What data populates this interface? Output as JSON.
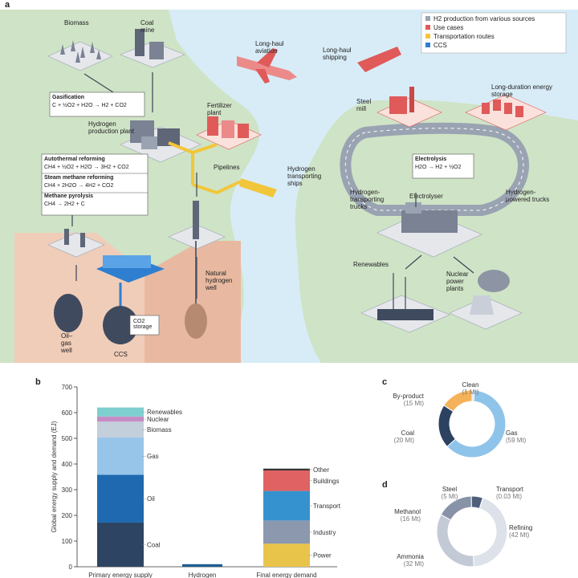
{
  "panel_a": {
    "letter": "a",
    "legend": [
      {
        "label": "H2 production from various sources",
        "color": "#9aa3b2"
      },
      {
        "label": "Use cases",
        "color": "#e05a5a"
      },
      {
        "label": "Transportation routes",
        "color": "#f2c63a"
      },
      {
        "label": "CCS",
        "color": "#2f7fd0"
      }
    ],
    "labels": {
      "biomass": "Biomass",
      "coal_mine": "Coal mine",
      "long_haul_aviation": "Long-haul aviation",
      "long_haul_shipping": "Long-haul shipping",
      "hydrogen_plant": "Hydrogen production plant",
      "fertilizer_plant": "Fertilizer plant",
      "pipelines": "Pipelines",
      "hydrogen_ships": "Hydrogen transporting ships",
      "steel_mill": "Steel mill",
      "long_duration_storage": "Long-duration energy storage",
      "electrolyser": "Electrolyser",
      "h2_transport_trucks": "Hydrogen-transporting trucks",
      "h2_powered_trucks": "Hydrogen-powered trucks",
      "renewables": "Renewables",
      "nuclear_plants": "Nuclear power plants",
      "natural_hydrogen_well": "Natural hydrogen well",
      "oil_gas_well": "Oil–gas well",
      "ccs": "CCS",
      "co2_storage": "CO2 storage"
    },
    "reactions": {
      "gasification_title": "Gasification",
      "gasification_eq": "C + ½O2 + H2O → H2 + CO2",
      "autothermal_title": "Autothermal reforming",
      "autothermal_eq": "CH4 + ½O2 + H2O → 3H2 + CO2",
      "smr_title": "Steam methane reforming",
      "smr_eq": "CH4 + 2H2O → 4H2 + CO2",
      "pyrolysis_title": "Methane pyrolysis",
      "pyrolysis_eq": "CH4 → 2H2 + C",
      "electrolysis_title": "Electrolysis",
      "electrolysis_eq": "H2O → H2 + ½O2"
    }
  },
  "chart_data": [
    {
      "panel": "b",
      "type": "bar",
      "stacked": true,
      "ylabel": "Global energy supply and demand (EJ)",
      "ylim": [
        0,
        700
      ],
      "yticks": [
        0,
        100,
        200,
        300,
        400,
        500,
        600,
        700
      ],
      "categories": [
        "Primary energy supply",
        "Hydrogen",
        "Final energy demand"
      ],
      "stacks": [
        {
          "category": "Primary energy supply",
          "segments": [
            {
              "name": "Coal",
              "value": 172,
              "color": "#2d4562"
            },
            {
              "name": "Oil",
              "value": 186,
              "color": "#1e69b0"
            },
            {
              "name": "Gas",
              "value": 145,
              "color": "#96c5e9"
            },
            {
              "name": "Biomass",
              "value": 62,
              "color": "#c4cfdc"
            },
            {
              "name": "Nuclear",
              "value": 20,
              "color": "#c58dc6"
            },
            {
              "name": "Renewables",
              "value": 35,
              "color": "#7ecfd0"
            }
          ]
        },
        {
          "category": "Hydrogen",
          "segments": [
            {
              "name": "Hydrogen",
              "value": 10,
              "color": "#1d5d92"
            }
          ]
        },
        {
          "category": "Final energy demand",
          "segments": [
            {
              "name": "Power",
              "value": 90,
              "color": "#e8c44b"
            },
            {
              "name": "Industry",
              "value": 90,
              "color": "#8b98ae"
            },
            {
              "name": "Transport",
              "value": 115,
              "color": "#3592cf"
            },
            {
              "name": "Buildings",
              "value": 80,
              "color": "#e06262"
            },
            {
              "name": "Other",
              "value": 7,
              "color": "#333333"
            }
          ]
        }
      ]
    },
    {
      "panel": "c",
      "type": "pie",
      "donut": true,
      "slices": [
        {
          "name": "Gas",
          "value": 59,
          "label": "Gas",
          "sublabel": "(59 Mt)",
          "color": "#8fc4ea"
        },
        {
          "name": "Coal",
          "value": 20,
          "label": "Coal",
          "sublabel": "(20 Mt)",
          "color": "#2c4260"
        },
        {
          "name": "By-product",
          "value": 15,
          "label": "By-product",
          "sublabel": "(15 Mt)",
          "color": "#f6b25a"
        },
        {
          "name": "Clean",
          "value": 1,
          "label": "Clean",
          "sublabel": "(1 Mt)",
          "color": "#d7dde5"
        }
      ]
    },
    {
      "panel": "d",
      "type": "pie",
      "donut": true,
      "slices": [
        {
          "name": "Refining",
          "value": 42,
          "label": "Refining",
          "sublabel": "(42 Mt)",
          "color": "#dde2ea"
        },
        {
          "name": "Ammonia",
          "value": 32,
          "label": "Ammonia",
          "sublabel": "(32 Mt)",
          "color": "#c3cad6"
        },
        {
          "name": "Methanol",
          "value": 16,
          "label": "Methanol",
          "sublabel": "(16 Mt)",
          "color": "#8893a8"
        },
        {
          "name": "Steel",
          "value": 5,
          "label": "Steel",
          "sublabel": "(5 Mt)",
          "color": "#4f5f7a"
        },
        {
          "name": "Transport",
          "value": 0.03,
          "label": "Transport",
          "sublabel": "(0.03 Mt)",
          "color": "#2a4a73"
        }
      ]
    }
  ]
}
